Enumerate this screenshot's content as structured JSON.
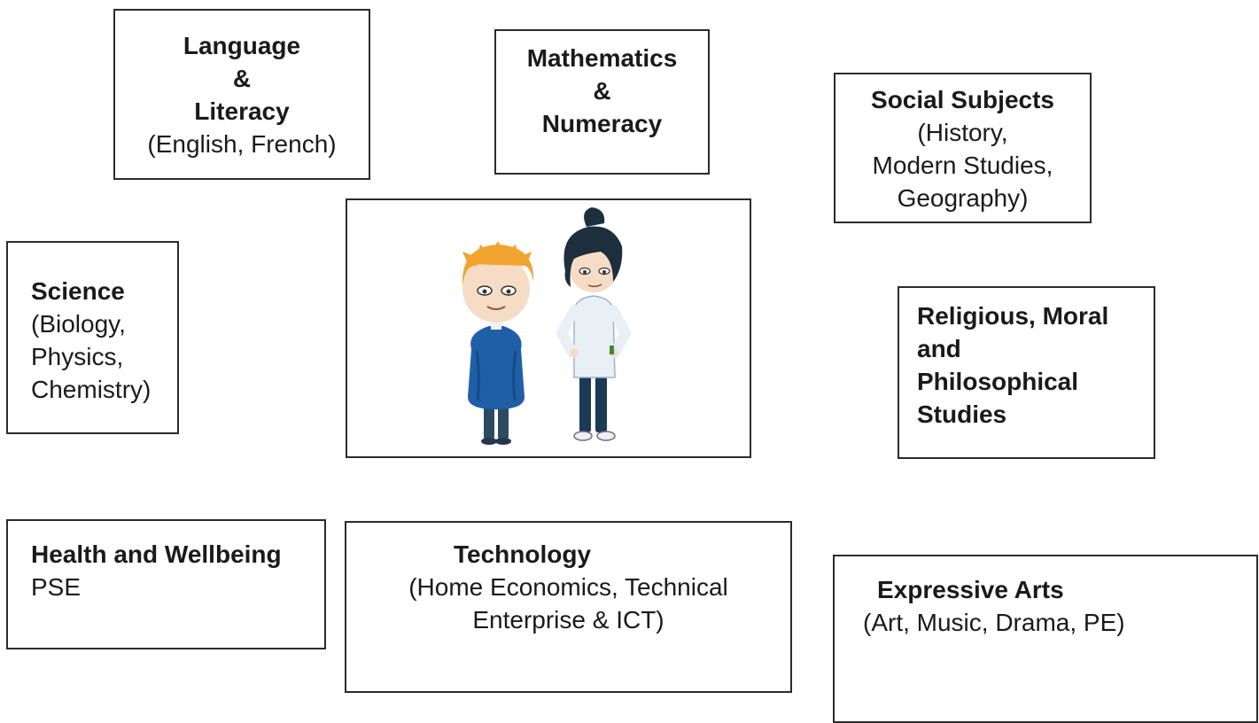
{
  "boxes": {
    "language": {
      "title_1": "Language",
      "title_2": "&",
      "title_3": "Literacy",
      "detail": "(English, French)"
    },
    "maths": {
      "title_1": "Mathematics",
      "title_2": "&",
      "title_3": "Numeracy"
    },
    "social": {
      "title": "Social Subjects",
      "detail_1": "(History,",
      "detail_2": "Modern Studies,",
      "detail_3": "Geography)"
    },
    "science": {
      "title": "Science",
      "detail_1": "(Biology,",
      "detail_2": "Physics,",
      "detail_3": "Chemistry)"
    },
    "rmps": {
      "title_1": "Religious, Moral",
      "title_2": "and",
      "title_3": "Philosophical",
      "title_4": "Studies"
    },
    "health": {
      "title": "Health and Wellbeing",
      "detail": "PSE"
    },
    "technology": {
      "title": "Technology",
      "detail_1": "(Home Economics, Technical",
      "detail_2": "Enterprise & ICT)"
    },
    "arts": {
      "title": "Expressive Arts",
      "detail": "(Art, Music, Drama, PE)"
    }
  },
  "illustration": {
    "subject": "two-cartoon-pupils",
    "colors": {
      "boy_hair": "#f2a431",
      "boy_jumper": "#1f5fa8",
      "girl_hair": "#1d2f3d",
      "girl_shirt": "#e8f0f6",
      "girl_trousers": "#1b3a55",
      "skin": "#f6dcc4"
    }
  }
}
